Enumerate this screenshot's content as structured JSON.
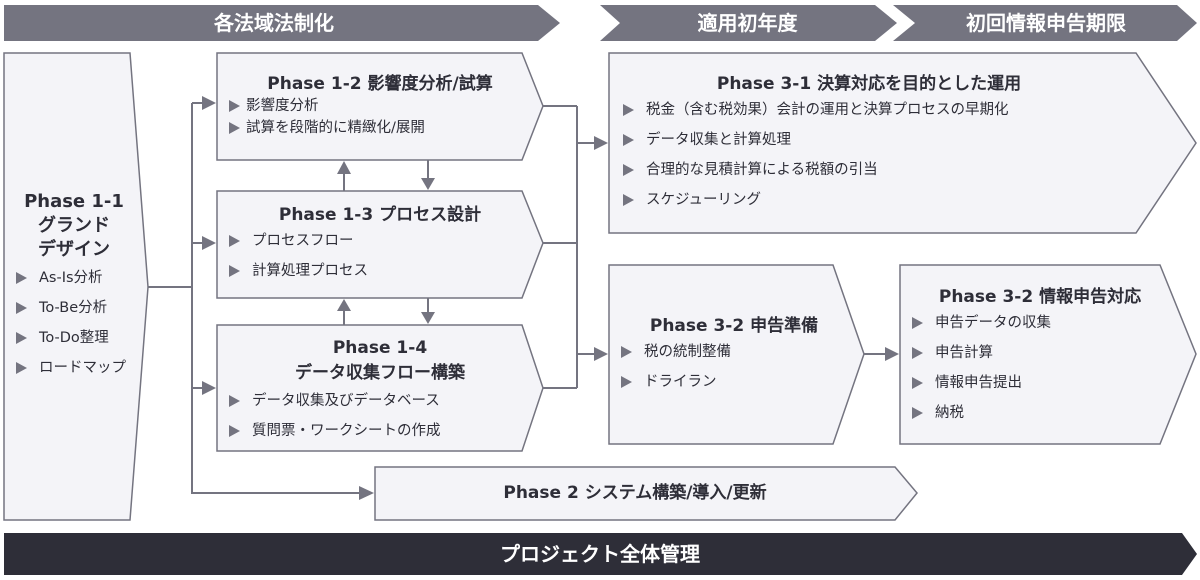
{
  "colors": {
    "header_fill": "#747480",
    "box_fill": "#f4f4f8",
    "box_stroke": "#747480",
    "connector": "#747480",
    "footer_fill": "#2e2e38",
    "text": "#2e2e38"
  },
  "headers": [
    {
      "label": "各法域法制化"
    },
    {
      "label": "適用初年度"
    },
    {
      "label": "初回情報申告期限"
    }
  ],
  "phases": {
    "p1_1": {
      "title_lines": [
        "Phase 1-1",
        "グランド",
        "デザイン"
      ],
      "items": [
        "As-Is分析",
        "To-Be分析",
        "To-Do整理",
        "ロードマップ"
      ]
    },
    "p1_2": {
      "title": "Phase 1-2 影響度分析/試算",
      "items": [
        "影響度分析",
        "試算を段階的に精緻化/展開"
      ]
    },
    "p1_3": {
      "title": "Phase 1-3 プロセス設計",
      "items": [
        "プロセスフロー",
        "計算処理プロセス"
      ]
    },
    "p1_4": {
      "title_lines": [
        "Phase 1-4",
        "データ収集フロー構築"
      ],
      "items": [
        "データ収集及びデータベース",
        "質問票・ワークシートの作成"
      ]
    },
    "p2": {
      "title": "Phase 2 システム構築/導入/更新"
    },
    "p3_1": {
      "title": "Phase 3-1 決算対応を目的とした運用",
      "items": [
        "税金（含む税効果）会計の運用と決算プロセスの早期化",
        "データ収集と計算処理",
        "合理的な見積計算による税額の引当",
        "スケジューリング"
      ]
    },
    "p3_2a": {
      "title": "Phase 3-2 申告準備",
      "items": [
        "税の統制整備",
        "ドライラン"
      ]
    },
    "p3_2b": {
      "title": "Phase 3-2 情報申告対応",
      "items": [
        "申告データの収集",
        "申告計算",
        "情報申告提出",
        "納税"
      ]
    }
  },
  "footer": {
    "label": "プロジェクト全体管理"
  }
}
